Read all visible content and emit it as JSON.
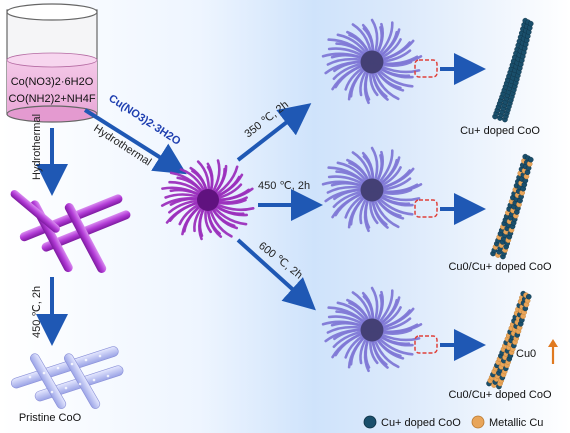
{
  "beaker": {
    "line1": "Co(NO3)2·6H2O",
    "line2": "CO(NH2)2+NH4F"
  },
  "labels": {
    "hydrothermal_left": "Hydrothermal",
    "hydrothermal_diag": "Hydrothermal",
    "cu_precursor": "Cu(NO3)2·3H2O",
    "cond_left": "450 ℃, 2h",
    "cond_350": "350 ℃, 2h",
    "cond_450": "450 ℃, 2h",
    "cond_600": "600 ℃, 2h",
    "pristine": "Pristine CoO",
    "product_350": "Cu+ doped CoO",
    "product_450": "Cu0/Cu+ doped CoO",
    "product_600": "Cu0/Cu+ doped CoO",
    "cu0_marker": "Cu0"
  },
  "legend": {
    "item1": "Cu+ doped CoO",
    "item2": "Metallic Cu"
  },
  "colors": {
    "arrow": "#1f58b4",
    "cu_doped": "#1a4f6b",
    "metallic_cu": "#e8a55a",
    "rod": "#b23bd6",
    "flower": "#9b2fbd",
    "flower_calcined": "#7f78d6",
    "marker_box": "#e0403a"
  }
}
